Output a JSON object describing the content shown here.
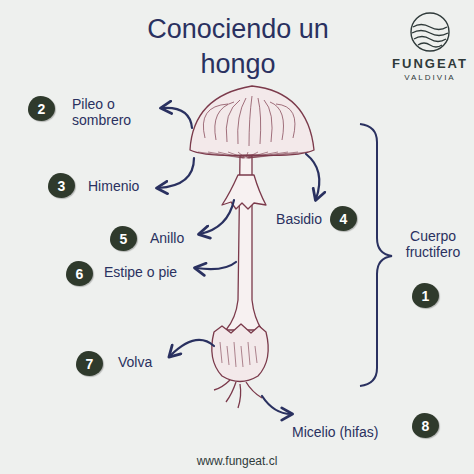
{
  "diagram": {
    "title": "Conociendo un hongo",
    "nodes": [
      {
        "text": [
          "2"
        ]
      },
      {
        "text": [
          "3"
        ]
      },
      {
        "text": [
          "4"
        ]
      },
      {
        "text": [
          "5"
        ]
      },
      {
        "text": [
          "6"
        ]
      },
      {
        "text": [
          "1"
        ]
      },
      {
        "text": [
          "7"
        ]
      },
      {
        "text": [
          "8"
        ]
      }
    ],
    "labels": [
      "Pileo o sombrero",
      "Himenio",
      "Basidio",
      "Anillo",
      "Estipe o pie",
      "Cuerpo fructifero",
      "Volva",
      "Micelio (hifas)",
      "FUNGEAT",
      "VALDIVIA",
      "www.fungeat.cl"
    ]
  }
}
